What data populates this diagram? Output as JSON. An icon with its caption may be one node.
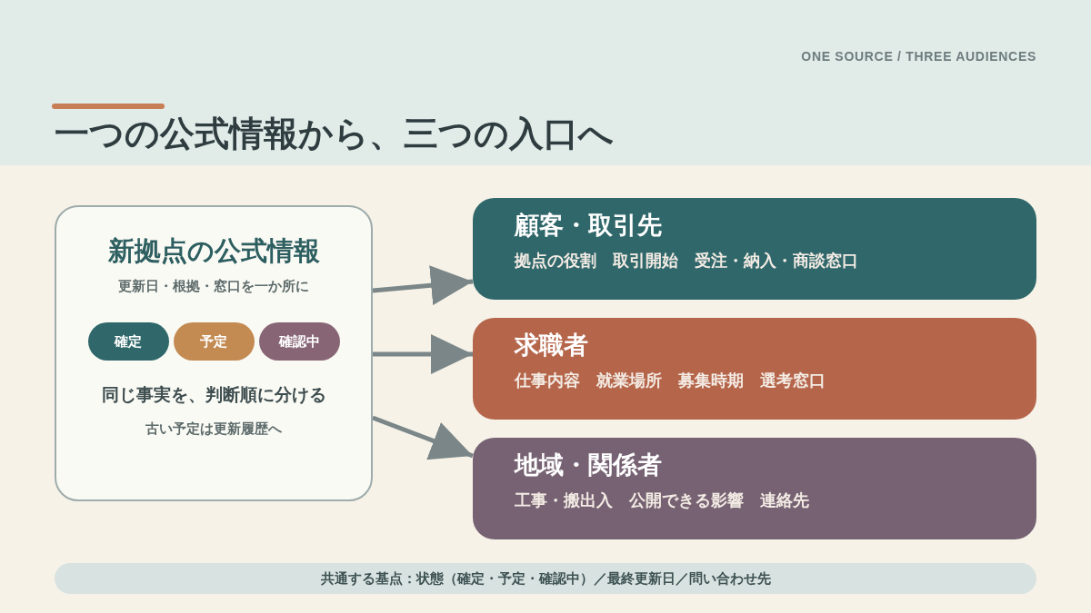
{
  "diagram": {
    "title": "一つの公式情報から、三つの入口へ",
    "nodes": [
      {
        "text": [
          "新拠点の公式情報",
          "更新日・根拠・窓口を一か所に",
          "同じ事実を、判断順に分ける",
          "古い予定は更新履歴へ"
        ]
      },
      {
        "text": [
          "確定"
        ],
        "in": 0
      },
      {
        "text": [
          "予定"
        ],
        "in": 0
      },
      {
        "text": [
          "確認中"
        ],
        "in": 0
      },
      {
        "text": [
          "顧客・取引先",
          "拠点の役割　取引開始　受注・納入・商談窓口"
        ]
      },
      {
        "text": [
          "求職者",
          "仕事内容　就業場所　募集時期　選考窓口"
        ]
      },
      {
        "text": [
          "地域・関係者",
          "工事・搬出入　公開できる影響　連絡先"
        ]
      },
      {
        "text": [
          "共通する基点：状態（確定・予定・確認中）／最終更新日／問い合わせ先"
        ]
      }
    ],
    "edges": [
      {
        "from": 0,
        "to": 4,
        "arrow": "to"
      },
      {
        "from": 0,
        "to": 5,
        "arrow": "to"
      },
      {
        "from": 0,
        "to": 6,
        "arrow": "to"
      }
    ],
    "labels": [
      "ONE SOURCE / THREE AUDIENCES"
    ]
  }
}
